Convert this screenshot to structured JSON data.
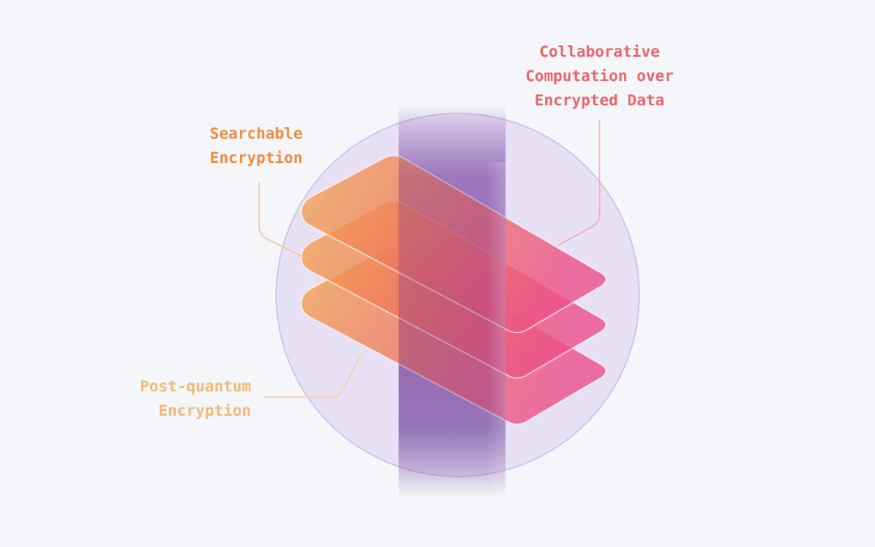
{
  "labels": {
    "collaborative": {
      "lines": [
        "Collaborative",
        "Computation over",
        "Encrypted Data"
      ],
      "color": "#e8646a"
    },
    "searchable": {
      "lines": [
        "Searchable",
        "Encryption"
      ],
      "color": "#f08a3c"
    },
    "post_quantum": {
      "lines": [
        "Post-quantum",
        "Encryption"
      ],
      "color": "#f2b873"
    }
  },
  "colors": {
    "background": "#f4f6f9",
    "sphere_fill": "#e8e0f4",
    "sphere_stroke": "#cdbde8",
    "layer_orange": "#f5a84a",
    "layer_pink": "#ec4f8a",
    "beam": "#5a2a8c",
    "layer_edge": "#ffffff"
  }
}
